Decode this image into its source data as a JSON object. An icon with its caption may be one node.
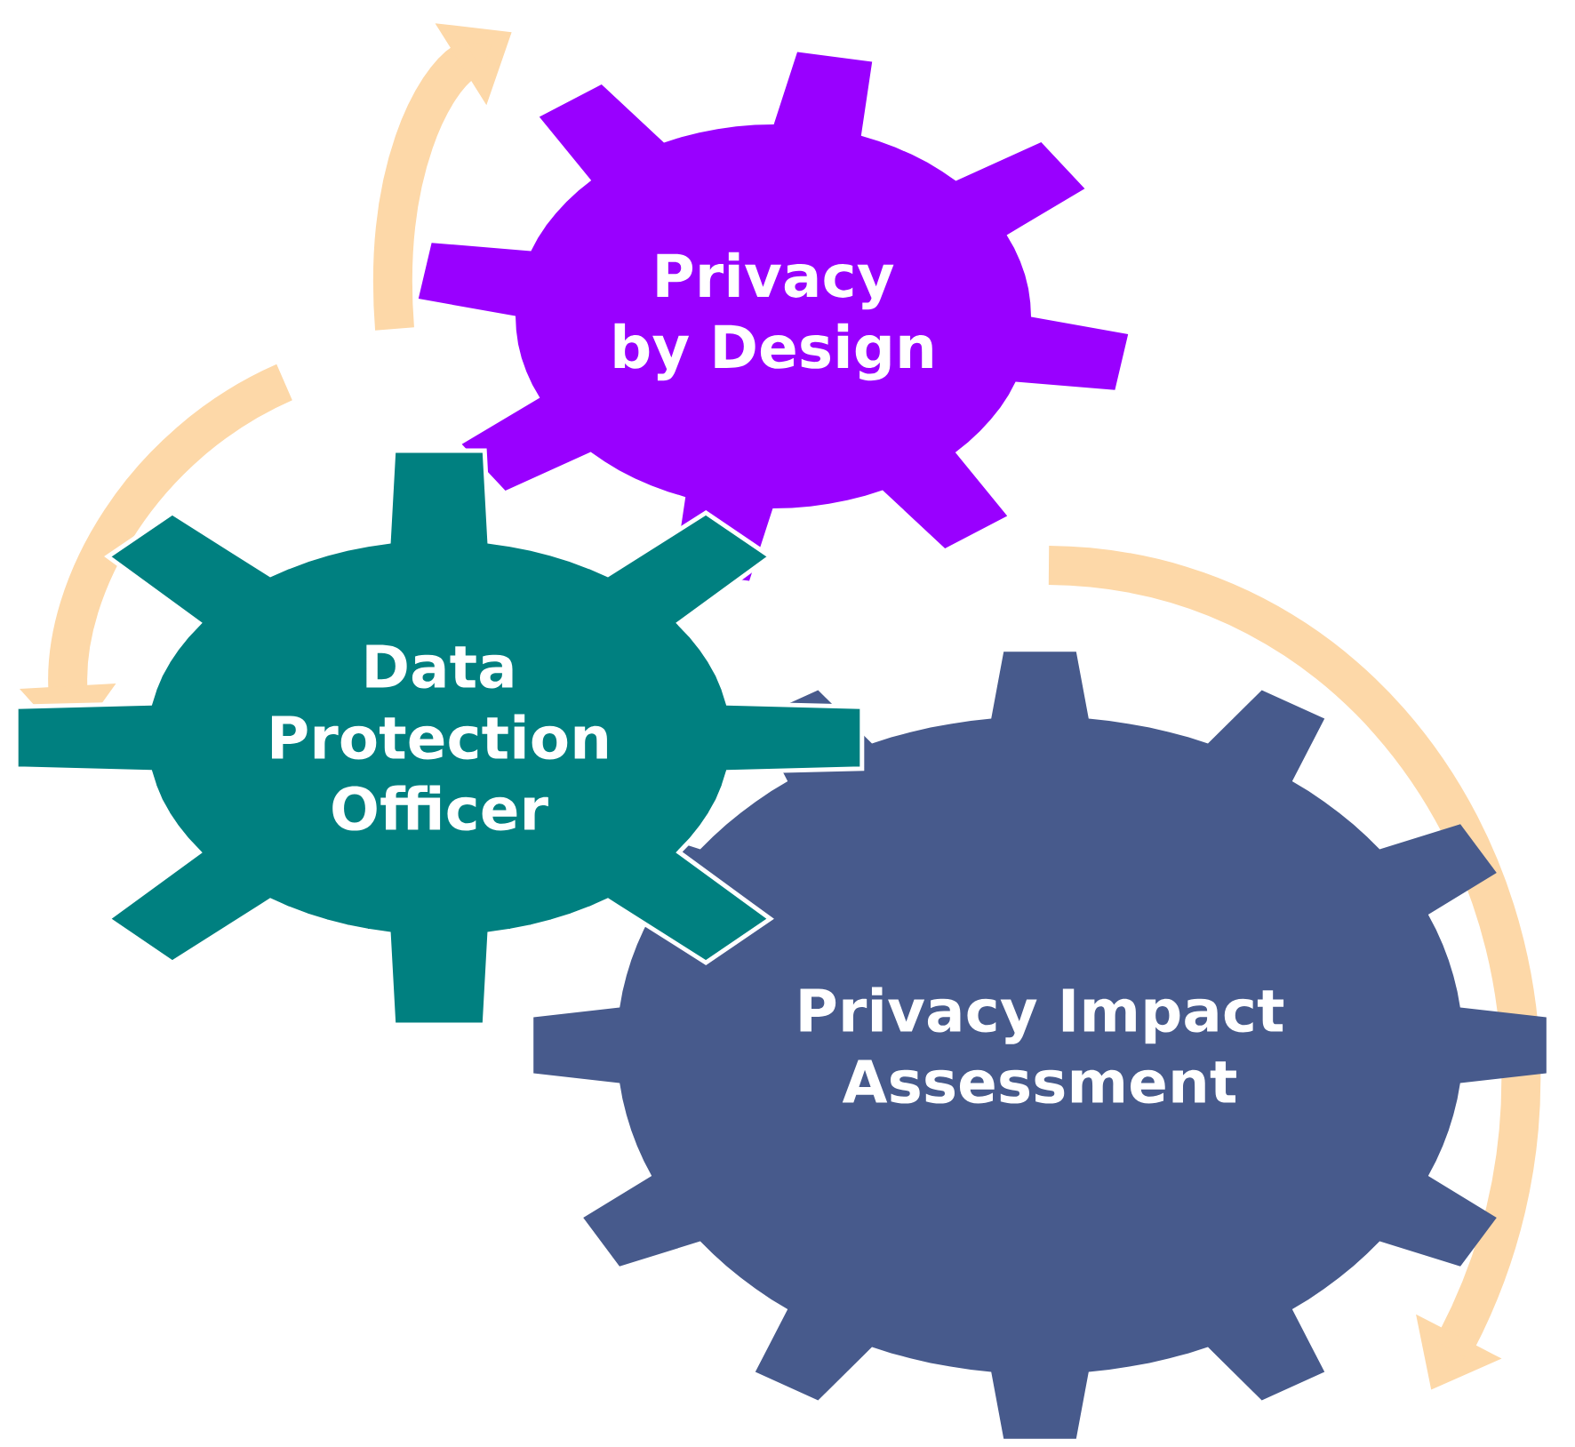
{
  "diagram": {
    "nodes": [
      {
        "text": [
          "Privacy by Design"
        ]
      },
      {
        "text": [
          "Data Protection Officer"
        ]
      },
      {
        "text": [
          "Privacy Impact Assessment"
        ]
      }
    ]
  }
}
